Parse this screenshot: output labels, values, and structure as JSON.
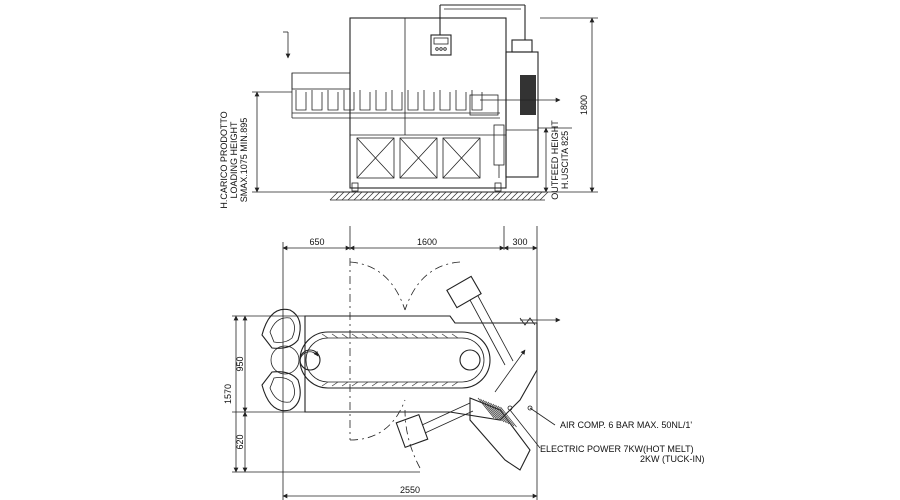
{
  "labels": {
    "loading_height": [
      "H.CARICO PRODOTTO",
      "LOADING HEIGHT",
      "SMAX.1075 MIN.895"
    ],
    "outfeed_height": [
      "OUTFEED HEIGHT",
      "H.USCITA 825"
    ],
    "height_1800": "1800",
    "dim_650": "650",
    "dim_1600": "1600",
    "dim_300": "300",
    "dim_950": "950",
    "dim_1570": "1570",
    "dim_620": "620",
    "dim_2550": "2550",
    "air": "AIR COMP. 6 BAR MAX. 50NL/1'",
    "electric_1": "ELECTRIC POWER 7KW(HOT MELT)",
    "electric_2": "2KW (TUCK-IN)"
  }
}
